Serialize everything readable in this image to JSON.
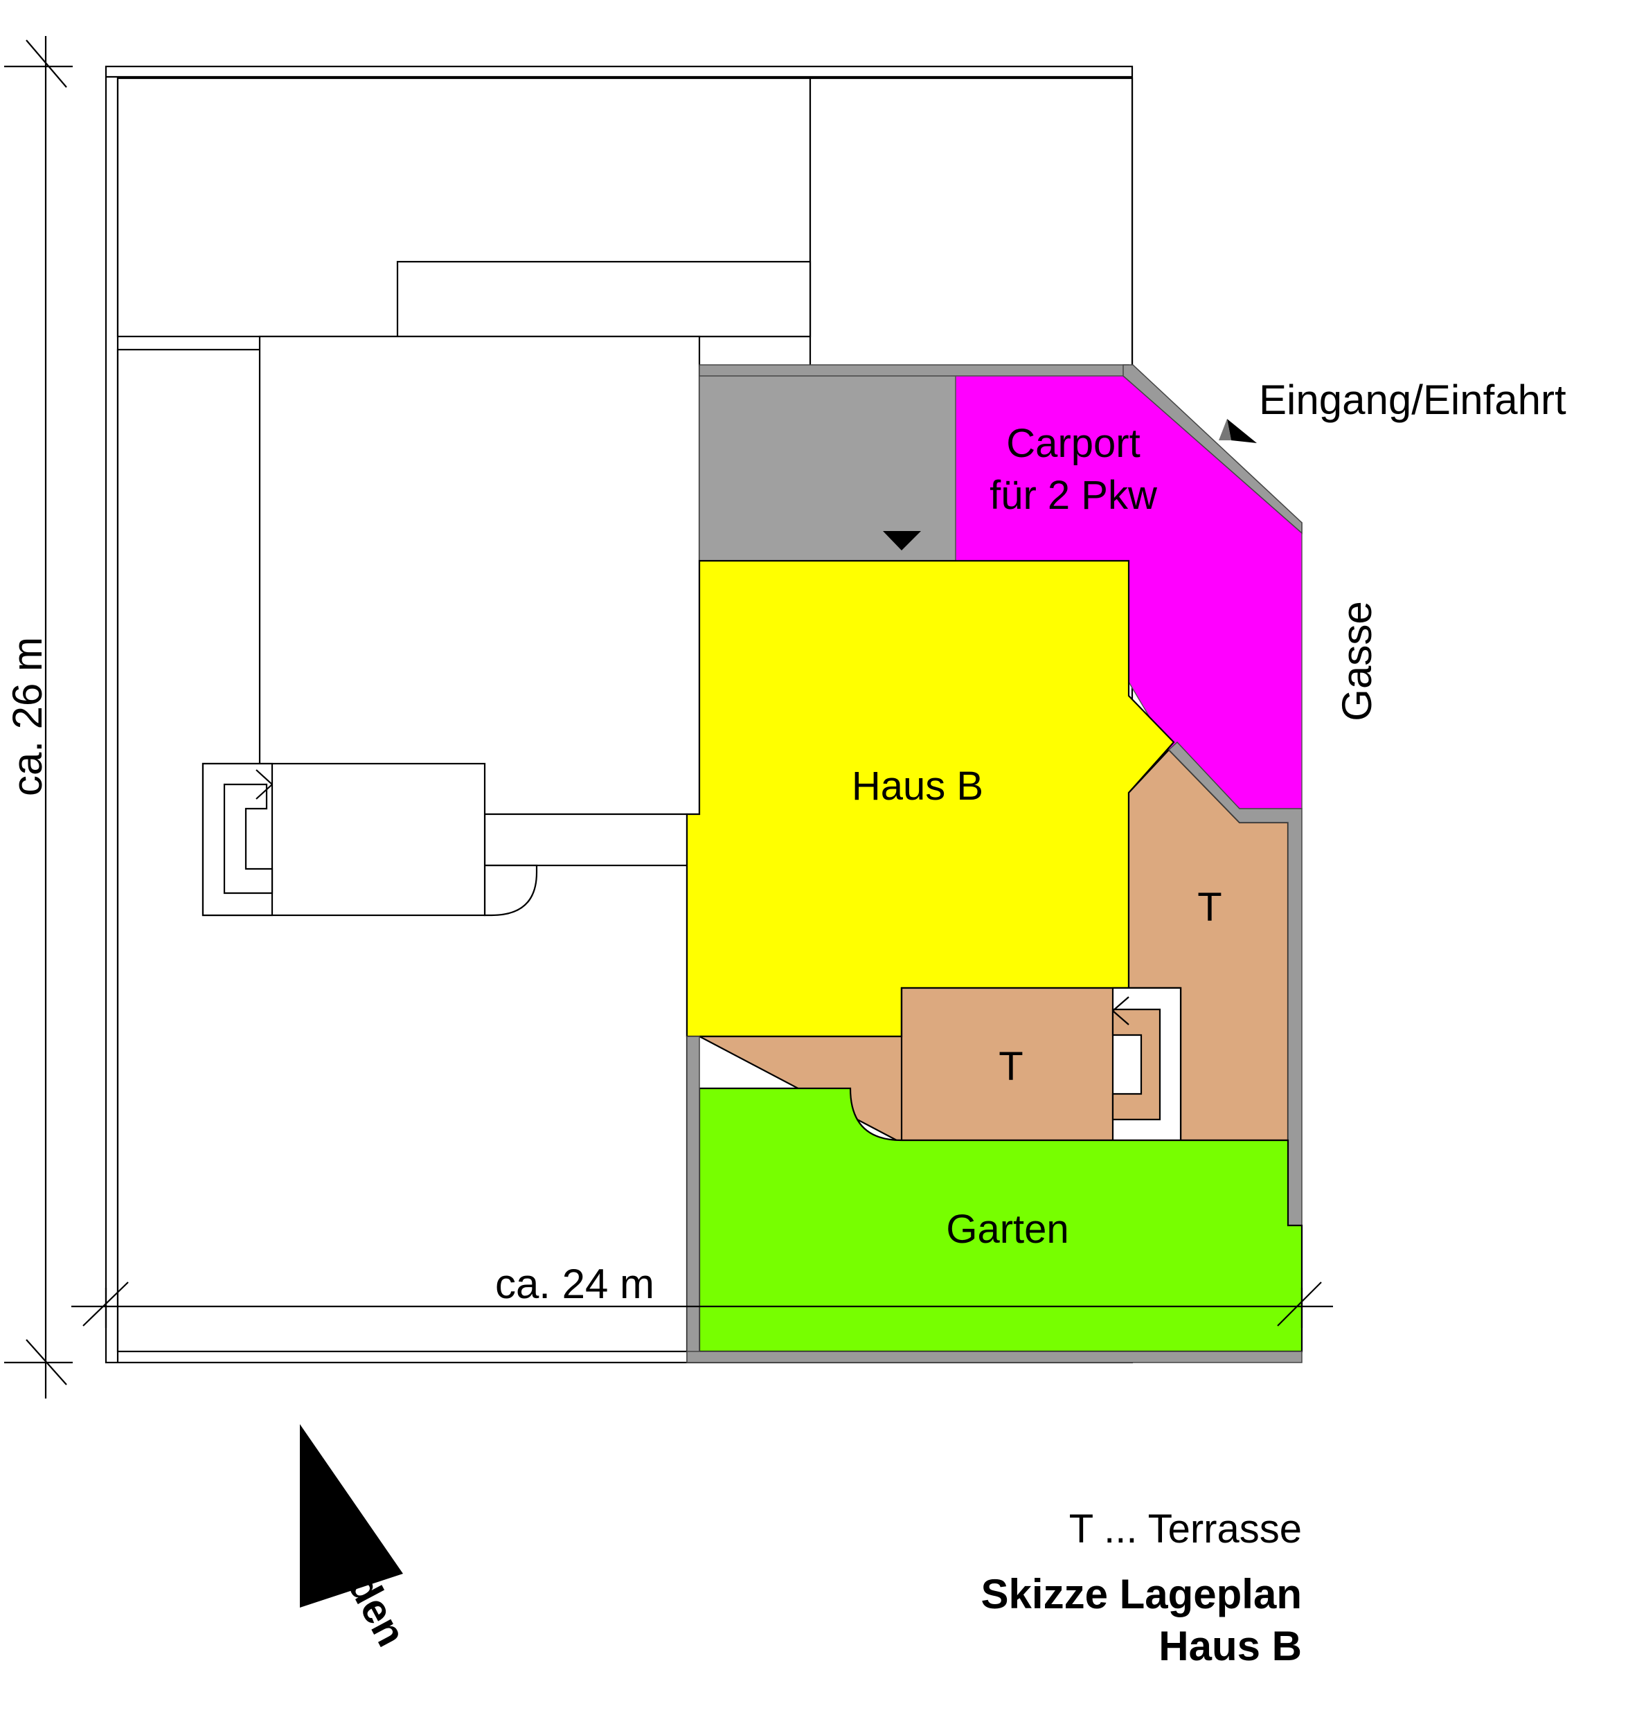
{
  "labels": {
    "entrance": "Eingang/Einfahrt",
    "carport_line1": "Carport",
    "carport_line2": "für 2 Pkw",
    "house": "Haus B",
    "terrace_right": "T",
    "terrace_bottom": "T",
    "garden": "Garten",
    "lane": "Gasse",
    "north": "Norden",
    "dim_height": "ca. 26 m",
    "dim_width": "ca. 24 m"
  },
  "legend": {
    "terrace": "T ... Terrasse"
  },
  "title": {
    "line1": "Skizze Lageplan",
    "line2": "Haus B"
  },
  "colors": {
    "carport": "#ff00ff",
    "house": "#ffff00",
    "terrace": "#dca97f",
    "garden": "#77ff00",
    "paving": "#a0a0a0",
    "wall": "#9a9a9a"
  },
  "icons": {
    "entrance_marker": "triangle-marker-icon",
    "house_entry": "triangle-down-icon",
    "north_arrow": "north-arrow-icon",
    "stairs": "stairs-icon"
  }
}
